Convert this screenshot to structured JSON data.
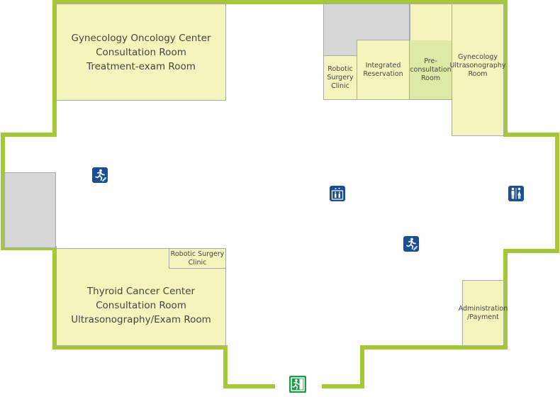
{
  "rooms": {
    "gyn_oncology": "Gynecology Oncology Center\nConsultation Room\nTreatment-exam Room",
    "robotic_top": "Robotic\nSurgery\nClinic",
    "integrated": "Integrated\nReservation",
    "preconsult": "Pre-\nconsultation\nRoom",
    "gyn_ultra": "Gynecology\nUltrasonography\nRoom",
    "robotic_bottom": "Robotic Surgery\nClinic",
    "thyroid": "Thyroid Cancer Center\nConsultation Room\nUltrasonography/Exam Room",
    "admin": "Administration\n/Payment"
  },
  "colors": {
    "wall": "#a6c837",
    "room_fill": "#f6f4bd",
    "highlight_fill": "#dfe9a6",
    "service_fill": "#d7d7d7",
    "icon_blue": "#1a4f96",
    "exit_green": "#1f9a48"
  },
  "icons": [
    "emergency-stairs-icon",
    "elevator-icon",
    "restroom-icon",
    "emergency-exit-icon"
  ]
}
